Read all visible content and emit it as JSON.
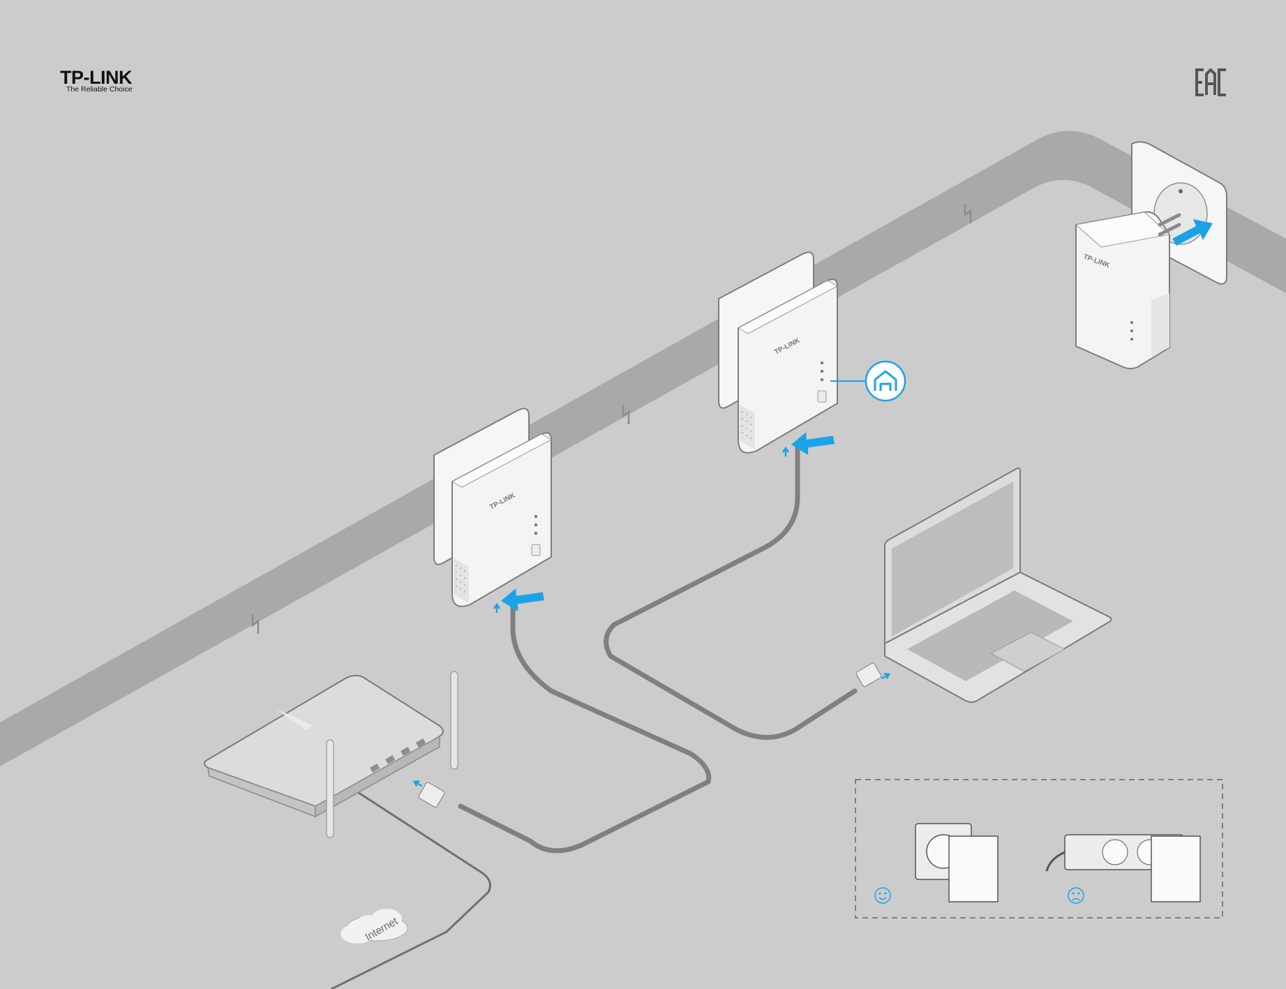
{
  "brand": {
    "name": "TP-LINK",
    "tagline": "The Reliable Choice"
  },
  "certification_mark": "EAC",
  "cloud_label": "Internet",
  "device_label": "TP-LINK",
  "tips": {
    "good_icon": "smiley-face-icon",
    "bad_icon": "sad-face-icon"
  },
  "icons": {
    "pair_status": "home-network-icon",
    "arrow": "blue-arrow-icon",
    "electricity": "lightning-icon"
  },
  "colors": {
    "background": "#cccccc",
    "wall_band": "#a9a9a9",
    "cable": "#7f7f7f",
    "accent_blue": "#1aa3e8",
    "device_white": "#f4f4f4"
  }
}
